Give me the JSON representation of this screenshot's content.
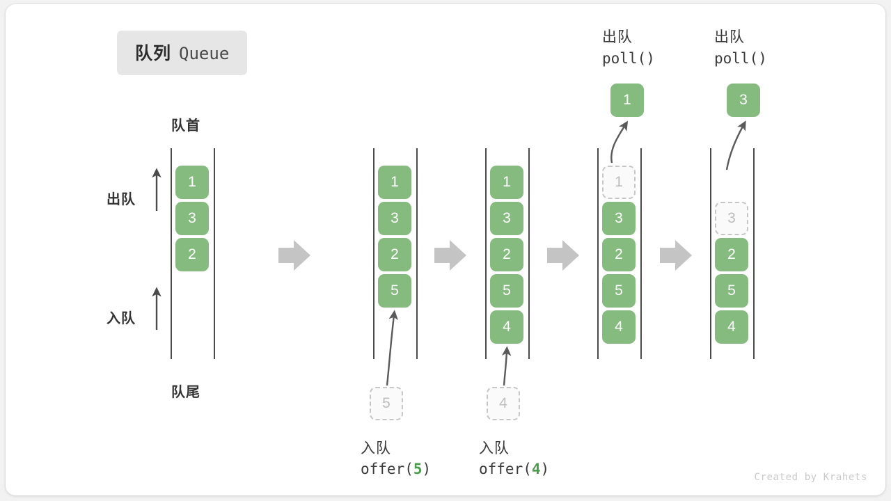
{
  "title": {
    "cn": "队列",
    "en": "Queue"
  },
  "labels": {
    "head": "队首",
    "tail": "队尾",
    "dequeue_side": "出队",
    "enqueue_side": "入队"
  },
  "colors": {
    "cell_fill": "#86bb80",
    "cell_text": "#ffffff",
    "ghost_fill": "#fafafa",
    "ghost_border": "#c6c6c6",
    "ghost_text": "#bdbdbd",
    "rail": "#4a4a4a",
    "arrow_gray": "#c4c4c4",
    "curve_arrow": "#5a5a5a",
    "chip_bg": "#e6e6e6",
    "accent_green": "#4a9c4a",
    "card_bg": "#ffffff",
    "page_bg": "#f2f2f2"
  },
  "steps": [
    {
      "id": "initial",
      "cells": [
        "1",
        "3",
        "2"
      ],
      "ghost_top": null,
      "ghost_bottom": null,
      "popped": null,
      "caption_cn": null,
      "caption_code": null
    },
    {
      "id": "after-offer-5",
      "cells": [
        "1",
        "3",
        "2",
        "5"
      ],
      "ghost_top": null,
      "ghost_bottom": "5",
      "popped": null,
      "caption_cn": "入队",
      "caption_code": "offer(5)",
      "caption_arg": "5"
    },
    {
      "id": "after-offer-4",
      "cells": [
        "1",
        "3",
        "2",
        "5",
        "4"
      ],
      "ghost_top": null,
      "ghost_bottom": "4",
      "popped": null,
      "caption_cn": "入队",
      "caption_code": "offer(4)",
      "caption_arg": "4"
    },
    {
      "id": "after-poll-1",
      "cells": [
        "3",
        "2",
        "5",
        "4"
      ],
      "ghost_top": "1",
      "ghost_bottom": null,
      "popped": "1",
      "caption_cn": "出队",
      "caption_code": "poll()"
    },
    {
      "id": "after-poll-3",
      "cells": [
        "2",
        "5",
        "4"
      ],
      "ghost_top": "3",
      "ghost_bottom": null,
      "popped": "3",
      "caption_cn": "出队",
      "caption_code": "poll()"
    }
  ],
  "credit": "Created by Krahets"
}
